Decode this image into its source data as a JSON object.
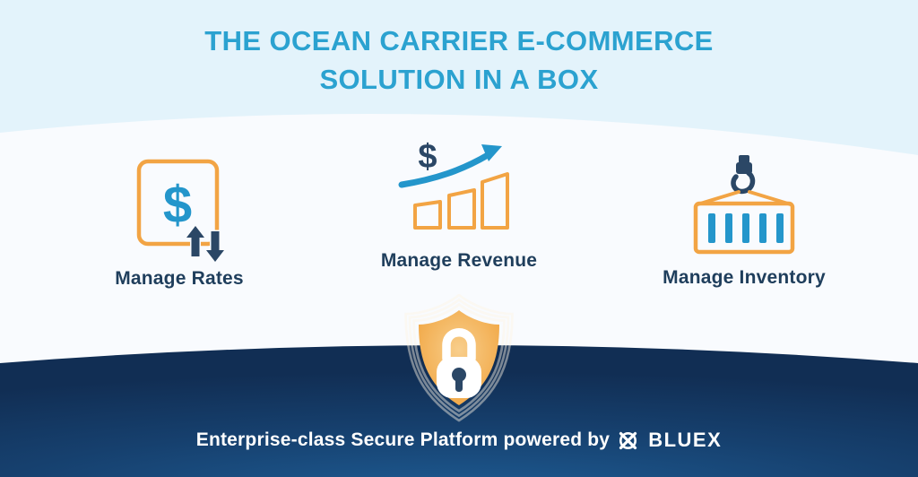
{
  "title": {
    "line1": "THE OCEAN CARRIER E-COMMERCE",
    "line2": "SOLUTION IN A BOX"
  },
  "features": [
    {
      "label": "Manage Rates",
      "icon": "price-tag-dollar-up-down-arrows-icon"
    },
    {
      "label": "Manage Revenue",
      "icon": "growth-bars-dollar-arrow-icon"
    },
    {
      "label": "Manage Inventory",
      "icon": "container-crane-hook-icon"
    }
  ],
  "security": {
    "icon": "shield-lock-icon"
  },
  "footer": {
    "message": "Enterprise-class Secure Platform powered by",
    "brand": "BLUEX",
    "logo": "bluex-ring-x-logo"
  },
  "colors": {
    "bg-top": "#E3F3FB",
    "bg-mid": "#F9FBFE",
    "navy-light": "#1E5C94",
    "navy-mid": "#16406E",
    "navy-deep": "#112E54",
    "title-blue": "#2BA2D0",
    "label-navy": "#1F3E5C",
    "icon-blue": "#2496CB",
    "icon-orange": "#F2A444",
    "icon-navy": "#2B4766",
    "shield-orange": "#F0A23C",
    "shield-gold": "#F8CE8B",
    "ring-cream": "rgba(252,244,228,0.45)",
    "white": "#FFFFFF"
  }
}
